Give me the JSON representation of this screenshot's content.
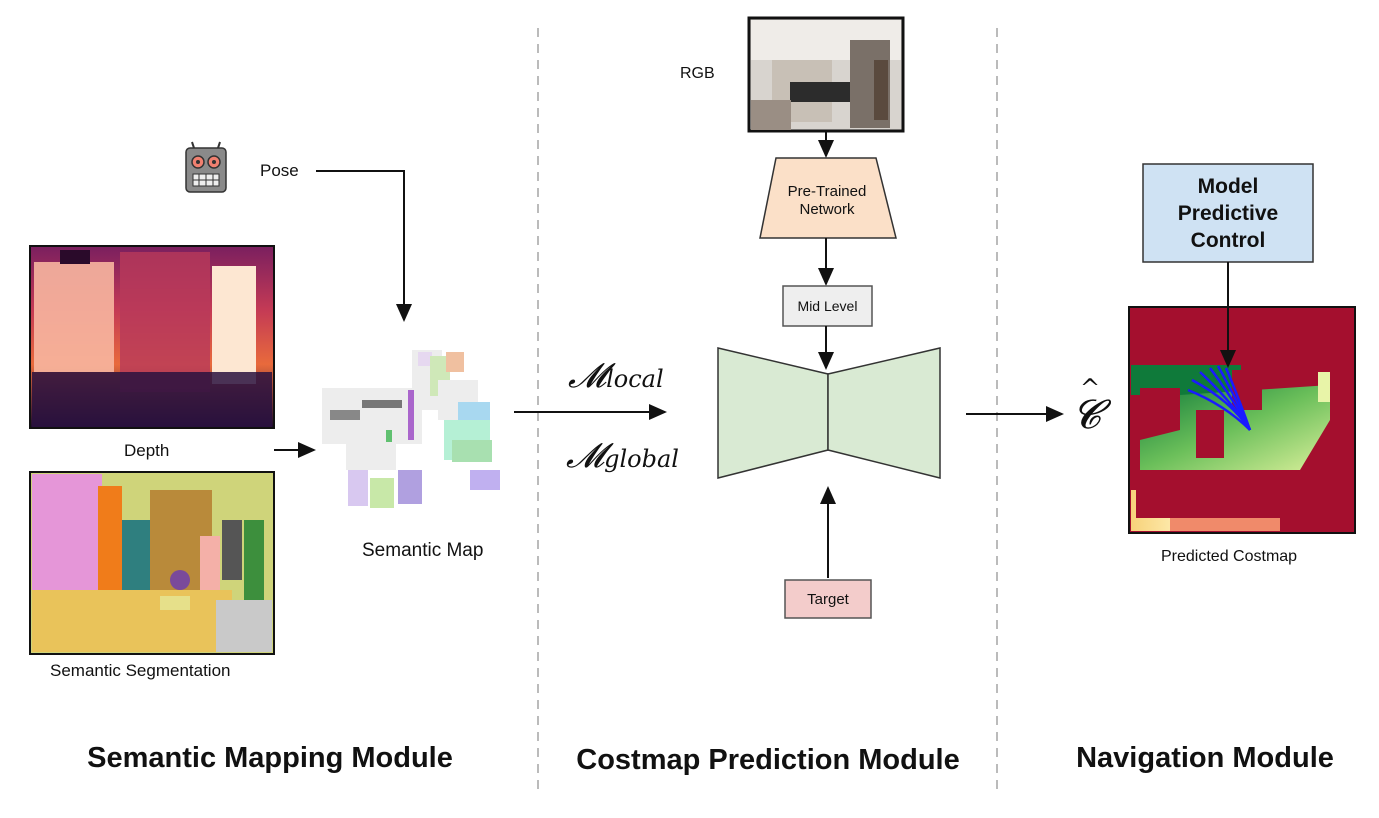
{
  "labels": {
    "pose": "Pose",
    "depth": "Depth",
    "semantic_segmentation": "Semantic Segmentation",
    "semantic_map": "Semantic Map",
    "rgb": "RGB",
    "pretrained_line1": "Pre-Trained",
    "pretrained_line2": "Network",
    "mid_level": "Mid Level",
    "target": "Target",
    "mpc_line1": "Model",
    "mpc_line2": "Predictive",
    "mpc_line3": "Control",
    "predicted_costmap": "Predicted Costmap"
  },
  "math": {
    "m_local_symbol": "𝓜",
    "m_local_sub": "local",
    "m_global_symbol": "𝓜",
    "m_global_sub": "global",
    "c_hat": "𝓒"
  },
  "modules": {
    "semantic_mapping": "Semantic Mapping Module",
    "costmap_prediction": "Costmap Prediction Module",
    "navigation": "Navigation Module"
  },
  "colors": {
    "pretrained_fill": "#fbe0c8",
    "mid_level_fill": "#eeeeee",
    "target_fill": "#f3cccb",
    "network_fill": "#d9ead3",
    "mpc_fill": "#cfe2f3",
    "costmap_red": "#a40f2e",
    "trajectory_blue": "#1a1aff",
    "divider": "#bbbbbb"
  }
}
